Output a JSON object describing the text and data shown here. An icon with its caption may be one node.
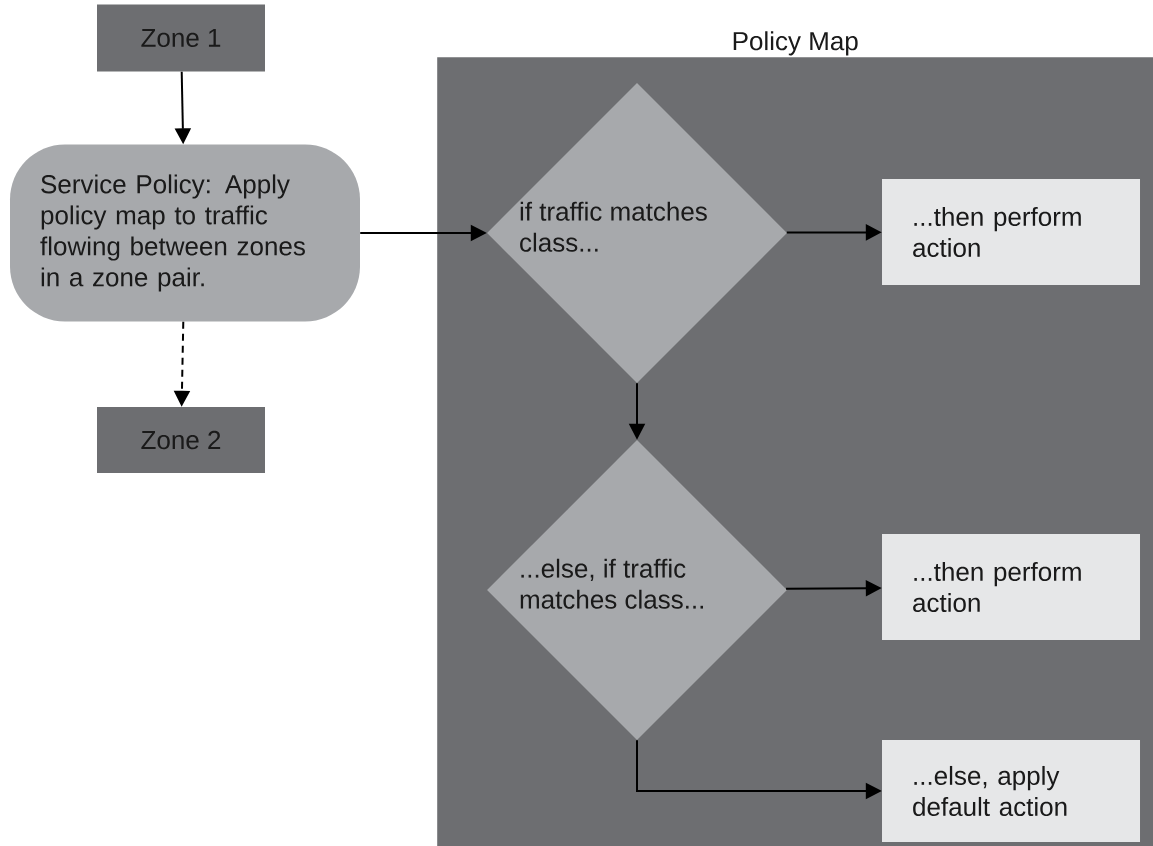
{
  "diagram": {
    "nodes": [
      {
        "text": [
          "Zone 1"
        ]
      },
      {
        "text": [
          "Service Policy: Apply policy map to traffic flowing between zones in a zone pair."
        ]
      },
      {
        "text": [
          "Zone 2"
        ]
      },
      {
        "text": [
          "Policy Map"
        ]
      },
      {
        "text": [
          "if traffic matches class..."
        ],
        "in": 3
      },
      {
        "text": [
          "...then perform action"
        ],
        "in": 3
      },
      {
        "text": [
          "...else, if traffic matches class..."
        ],
        "in": 3
      },
      {
        "text": [
          "...then perform action"
        ],
        "in": 3
      },
      {
        "text": [
          "...else, apply default action"
        ],
        "in": 3
      }
    ],
    "edges": [
      {
        "from": 0,
        "to": 1,
        "arrow": "to"
      },
      {
        "from": 1,
        "to": 2,
        "arrow": "to",
        "style": "dashed"
      },
      {
        "from": 1,
        "to": 4,
        "arrow": "to"
      },
      {
        "from": 4,
        "to": 5,
        "arrow": "to"
      },
      {
        "from": 4,
        "to": 6,
        "arrow": "to"
      },
      {
        "from": 6,
        "to": 7,
        "arrow": "to"
      },
      {
        "from": 6,
        "to": 8,
        "arrow": "to"
      }
    ]
  }
}
